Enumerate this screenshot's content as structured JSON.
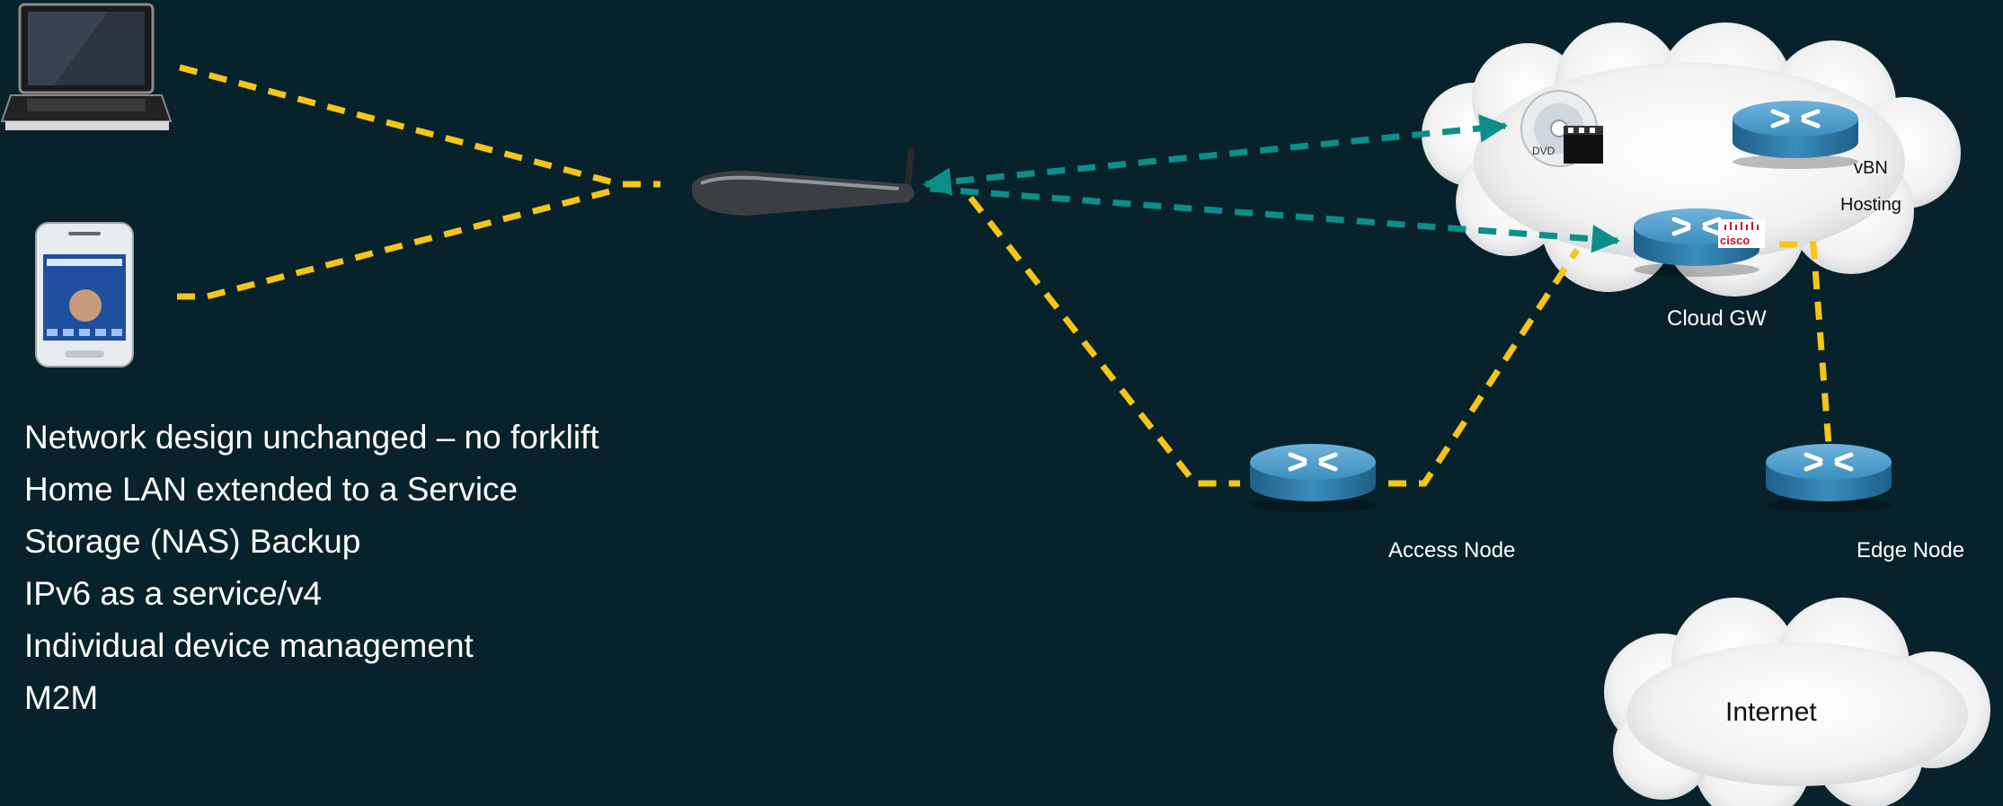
{
  "bullets": [
    "Network design unchanged – no forklift",
    "Home LAN extended to a Service",
    "Storage (NAS) Backup",
    "IPv6 as a service/v4",
    "Individual device management",
    "M2M"
  ],
  "labels": {
    "vbn": "vBN",
    "hosting": "Hosting",
    "cloud_gw": "Cloud GW",
    "access_node": "Access Node",
    "edge_node": "Edge Node",
    "internet": "Internet"
  },
  "logos": {
    "cisco": "cisco",
    "dvd": "DVD"
  },
  "icons": {
    "laptop": "laptop-icon",
    "phone": "smartphone-icon",
    "home_gateway": "home-gateway-icon",
    "router": "router-icon",
    "media": "dvd-media-icon",
    "cloud": "cloud-icon"
  },
  "colors": {
    "background": "#08222b",
    "link_yellow": "#f5c518",
    "link_teal": "#0a8f8a",
    "router_blue": "#2f7fae",
    "text": "#ffffff"
  }
}
